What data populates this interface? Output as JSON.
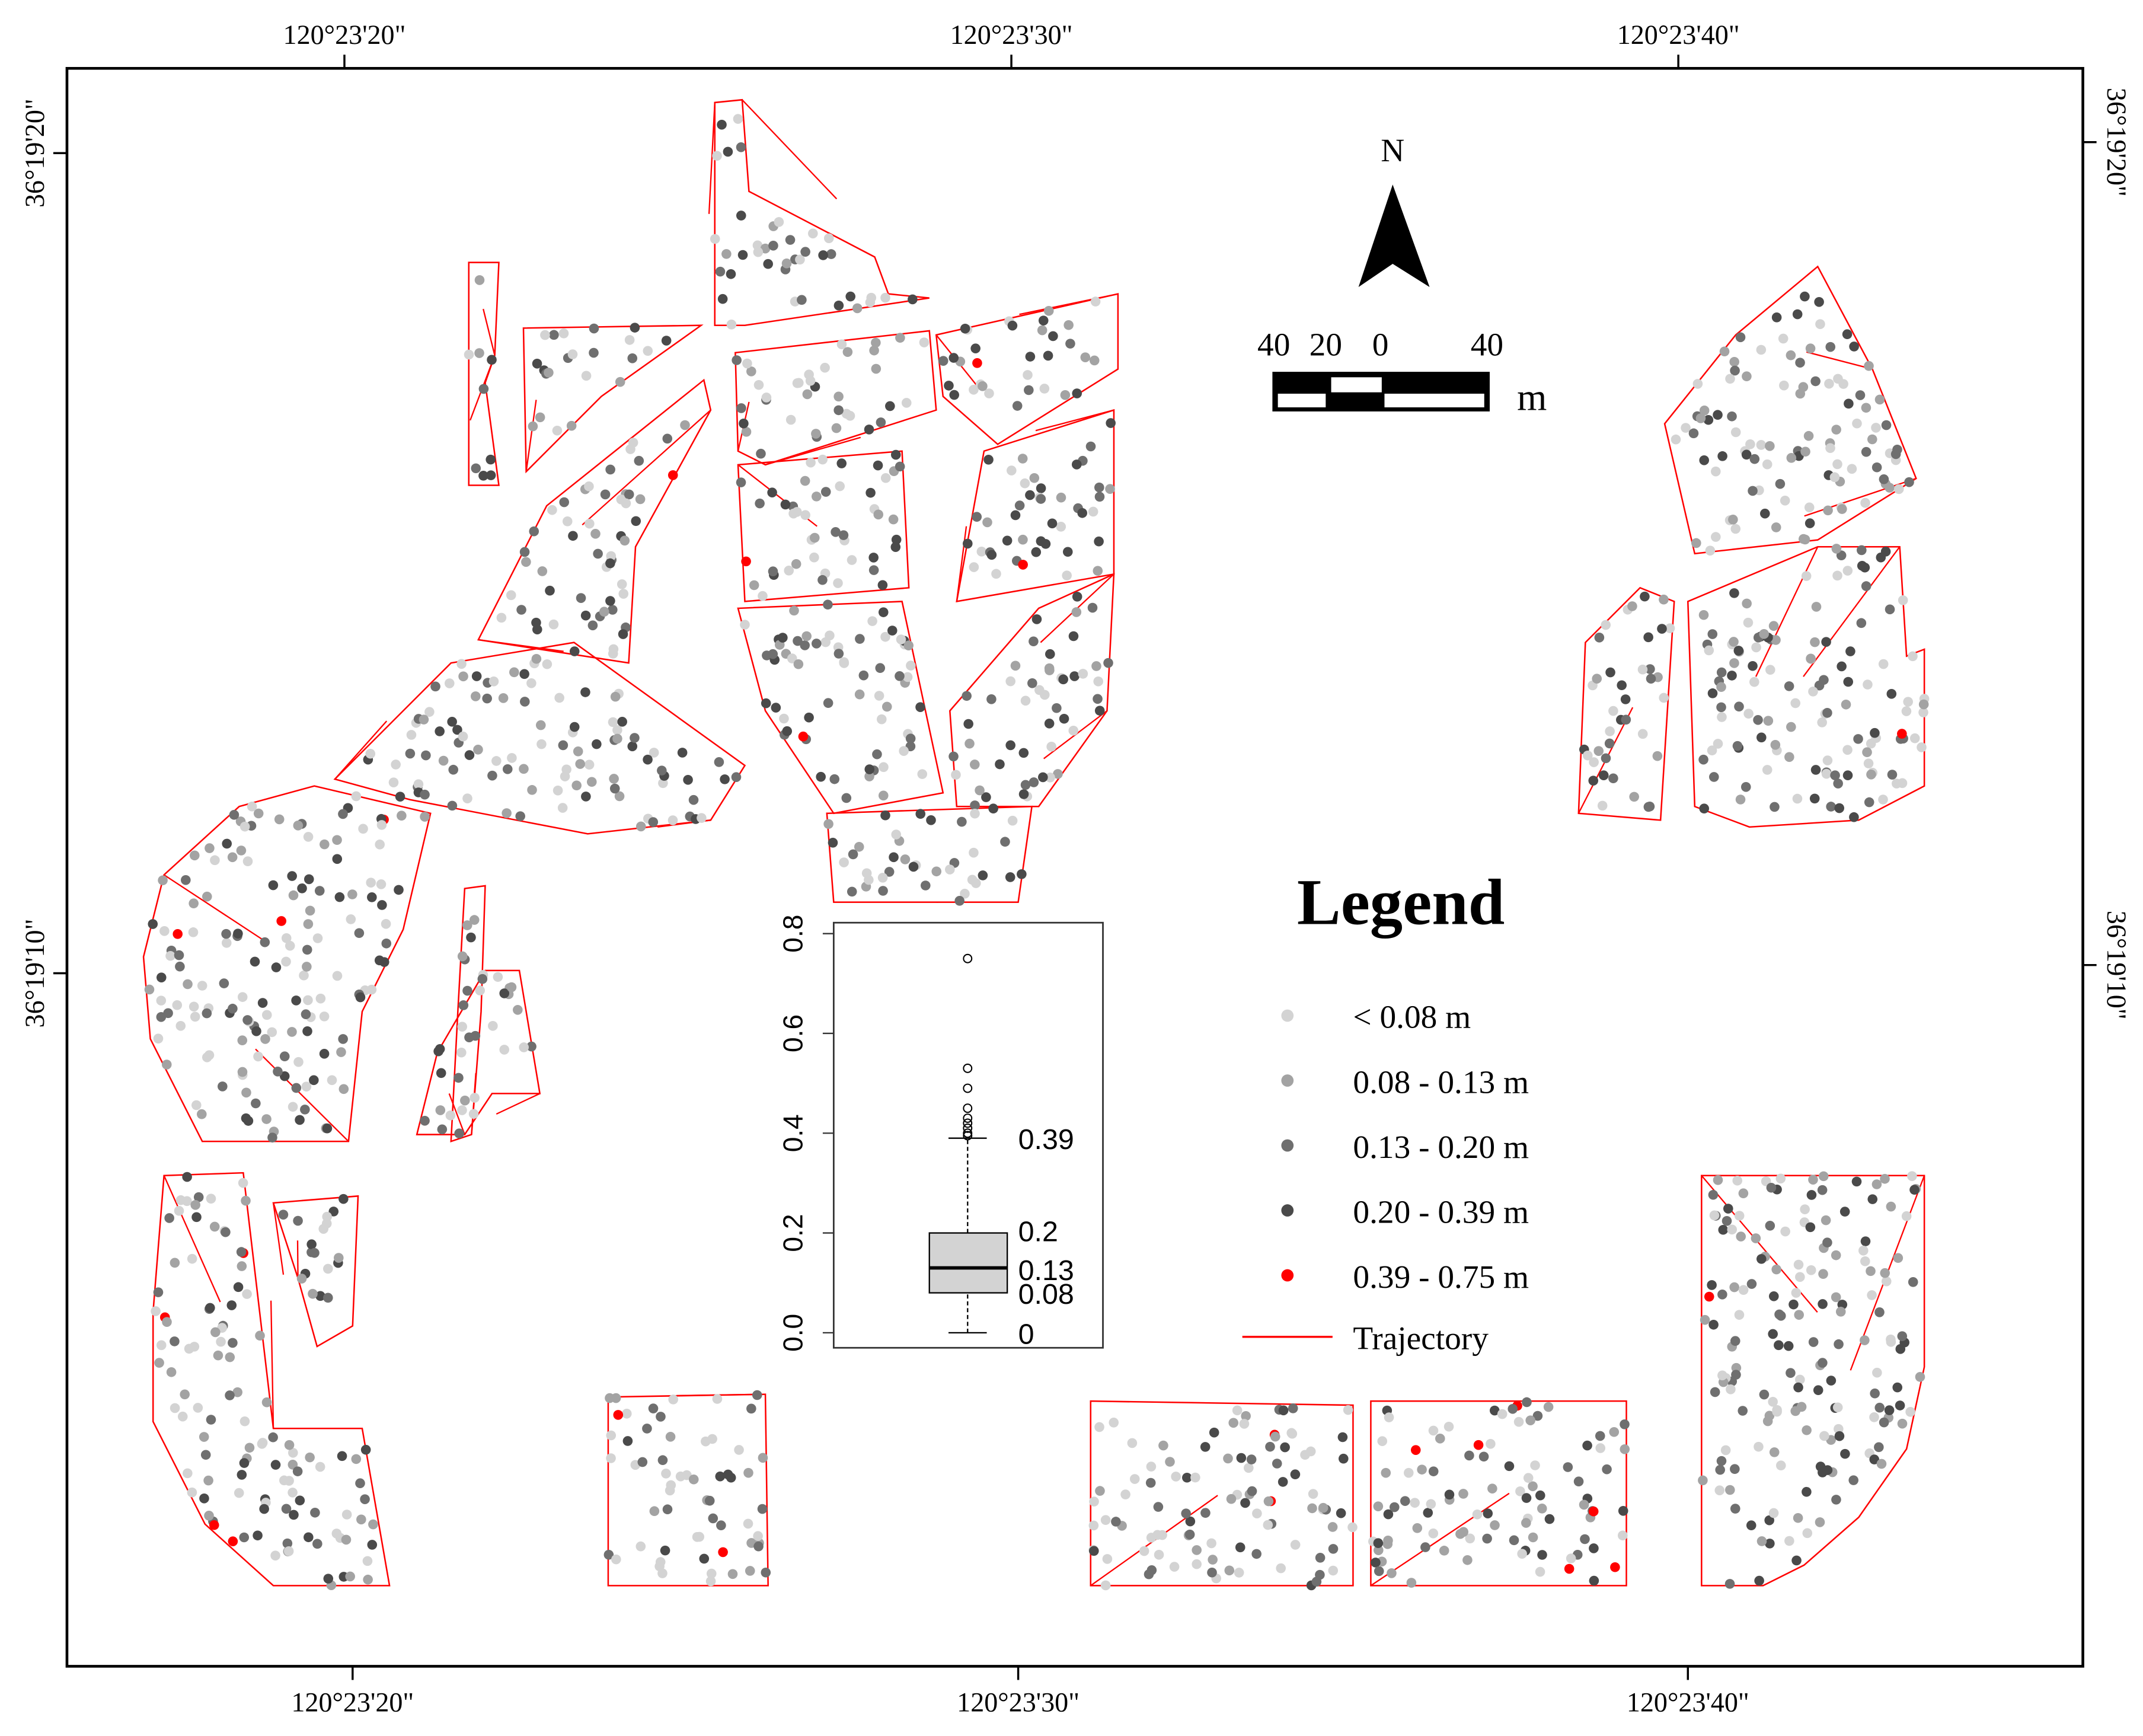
{
  "coordinates": {
    "top": [
      "120°23'20\"",
      "120°23'30\"",
      "120°23'40\""
    ],
    "bottom": [
      "120°23'20\"",
      "120°23'30\"",
      "120°23'40\""
    ],
    "left": [
      "36°19'20\"",
      "36°19'10\""
    ],
    "right": [
      "36°19'20\"",
      "36°19'10\""
    ]
  },
  "north_arrow": {
    "label": "N"
  },
  "scale_bar": {
    "labels": [
      "40",
      "20",
      "0",
      "40"
    ],
    "unit": "m"
  },
  "legend": {
    "title": "Legend",
    "items": [
      {
        "label": "< 0.08 m",
        "color": "#d3d3d3"
      },
      {
        "label": "0.08 - 0.13 m",
        "color": "#a3a3a3"
      },
      {
        "label": "0.13 - 0.20 m",
        "color": "#6f6f6f"
      },
      {
        "label": "0.20 - 0.39 m",
        "color": "#4a4a4a"
      },
      {
        "label": "0.39 - 0.75 m",
        "color": "#ff0000"
      }
    ],
    "trajectory": {
      "label": "Trajectory",
      "color": "#ff0000"
    }
  },
  "chart_data": {
    "type": "box",
    "ylim": [
      0,
      0.8
    ],
    "yticks": [
      "0.0",
      "0.2",
      "0.4",
      "0.6",
      "0.8"
    ],
    "stats": {
      "min": 0,
      "q1": 0.08,
      "median": 0.13,
      "q3": 0.2,
      "upper_whisker": 0.39
    },
    "annotations": [
      "0.39",
      "0.2",
      "0.13",
      "0.08",
      "0"
    ],
    "outliers": [
      0.75,
      0.53,
      0.49,
      0.45,
      0.43,
      0.42,
      0.41,
      0.4,
      0.395
    ],
    "box_color": "#d3d3d3"
  }
}
